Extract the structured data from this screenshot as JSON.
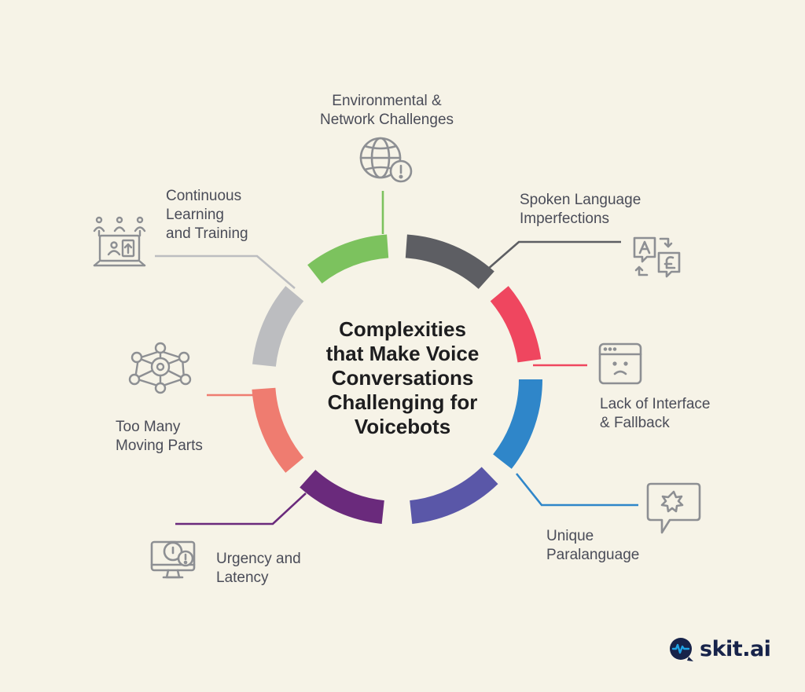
{
  "title_lines": [
    "Complexities",
    "that Make Voice",
    "Conversations",
    "Challenging for",
    "Voicebots"
  ],
  "items": [
    {
      "id": "environmental",
      "lines": [
        "Environmental &",
        "Network Challenges"
      ],
      "icon": "globe-alert-icon",
      "color": "#7cc25e"
    },
    {
      "id": "spoken-language",
      "lines": [
        "Spoken Language",
        "Imperfections"
      ],
      "icon": "translate-icon",
      "color": "#5d5e63"
    },
    {
      "id": "interface",
      "lines": [
        "Lack of Interface",
        "& Fallback"
      ],
      "icon": "sad-window-icon",
      "color": "#ef465f"
    },
    {
      "id": "paralanguage",
      "lines": [
        "Unique",
        "Paralanguage"
      ],
      "icon": "speech-bubble-icon",
      "color": "#2f86c9"
    },
    {
      "id": "paralanguage-arc",
      "color": "#5a57a8"
    },
    {
      "id": "urgency",
      "lines": [
        "Urgency and",
        "Latency"
      ],
      "icon": "monitor-timer-icon",
      "color": "#6a2a7c"
    },
    {
      "id": "moving-parts",
      "lines": [
        "Too Many",
        "Moving Parts"
      ],
      "icon": "network-gear-icon",
      "color": "#ef7c70"
    },
    {
      "id": "learning",
      "lines": [
        "Continuous",
        "Learning",
        "and Training"
      ],
      "icon": "laptop-training-icon",
      "color": "#bcbdc0"
    }
  ],
  "icon_color": "#8d8f93",
  "logo": {
    "text": "skit.ai",
    "icon": "skit-logo-icon",
    "color": "#17234a",
    "accent": "#1fa3e5"
  }
}
